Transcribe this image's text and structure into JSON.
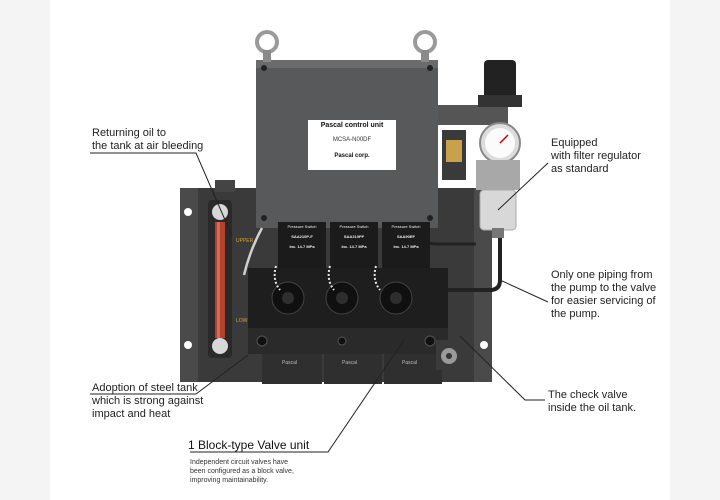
{
  "callouts": {
    "returning_oil": "Returning oil to\nthe tank at air bleeding",
    "filter_regulator": "Equipped\nwith filter regulator\nas standard",
    "one_piping": "Only one piping from\nthe pump to the valve\nfor easier servicing of\nthe pump.",
    "steel_tank": "Adoption of steel tank\nwhich is strong against\nimpact and heat",
    "check_valve": "The check valve\ninside the oil tank.",
    "block_valve_title": "1  Block-type Valve unit",
    "block_valve_desc": "Independent circuit valves have\nbeen configured as a block valve,\nimproving maintainability."
  },
  "labels": {
    "control_unit": "Pascal control unit",
    "model": "MCSA-N00DF",
    "maker": "Pascal corp.",
    "level_upper": "UPPER",
    "level_low": "LOW",
    "switch_title": "Pressure Switch",
    "switches": [
      {
        "model": "SAA210P-F",
        "value": "Inc. 14.7 MPa"
      },
      {
        "model": "SAA210PF",
        "value": "Inc. 14.7 MPa"
      },
      {
        "model": "SAA90EF",
        "value": "Inc. 14.7 MPa"
      }
    ],
    "pascal_plate": "Pascal"
  }
}
